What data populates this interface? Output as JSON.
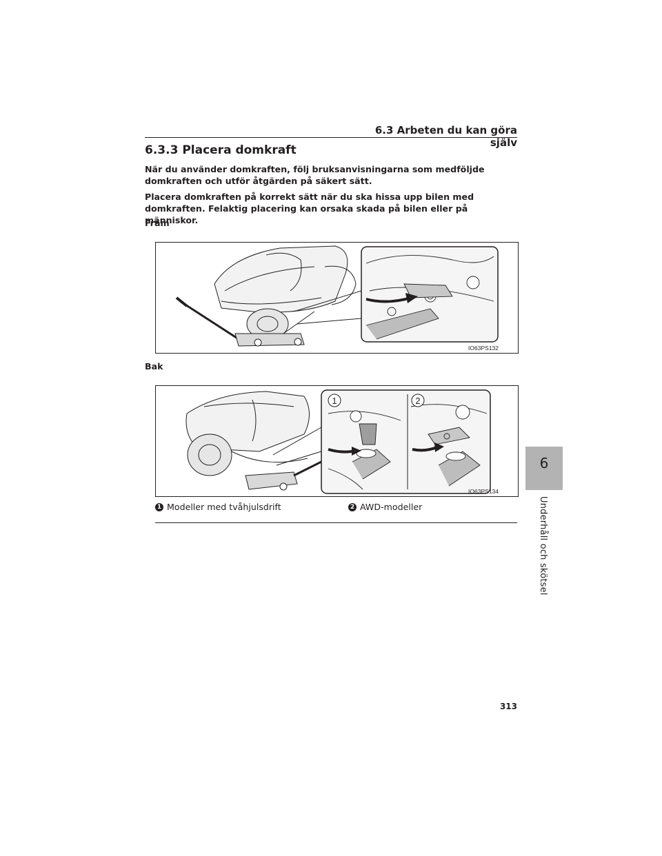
{
  "header": {
    "section": "6.3 Arbeten du kan göra själv"
  },
  "section_title": "6.3.3 Placera domkraft",
  "paragraphs": [
    "När du använder domkraften, följ bruksanvisningarna som medföljde domkraften och utför åtgärden på säkert sätt.",
    "Placera domkraften på korrekt sätt när du ska hissa upp bilen med domkraften. Felaktig placering kan orsaka skada på bilen eller på människor."
  ],
  "front": {
    "label": "Fram",
    "figure_code": "IO63PS132"
  },
  "rear": {
    "label": "Bak",
    "figure_code": "IO63PS134",
    "callouts": [
      "1",
      "2"
    ]
  },
  "legend": [
    {
      "num": "1",
      "text": "Modeller med tvåhjulsdrift"
    },
    {
      "num": "2",
      "text": "AWD-modeller"
    }
  ],
  "side_tab": {
    "chapter": "6",
    "title": "Underhåll och skötsel"
  },
  "page_number": "313"
}
